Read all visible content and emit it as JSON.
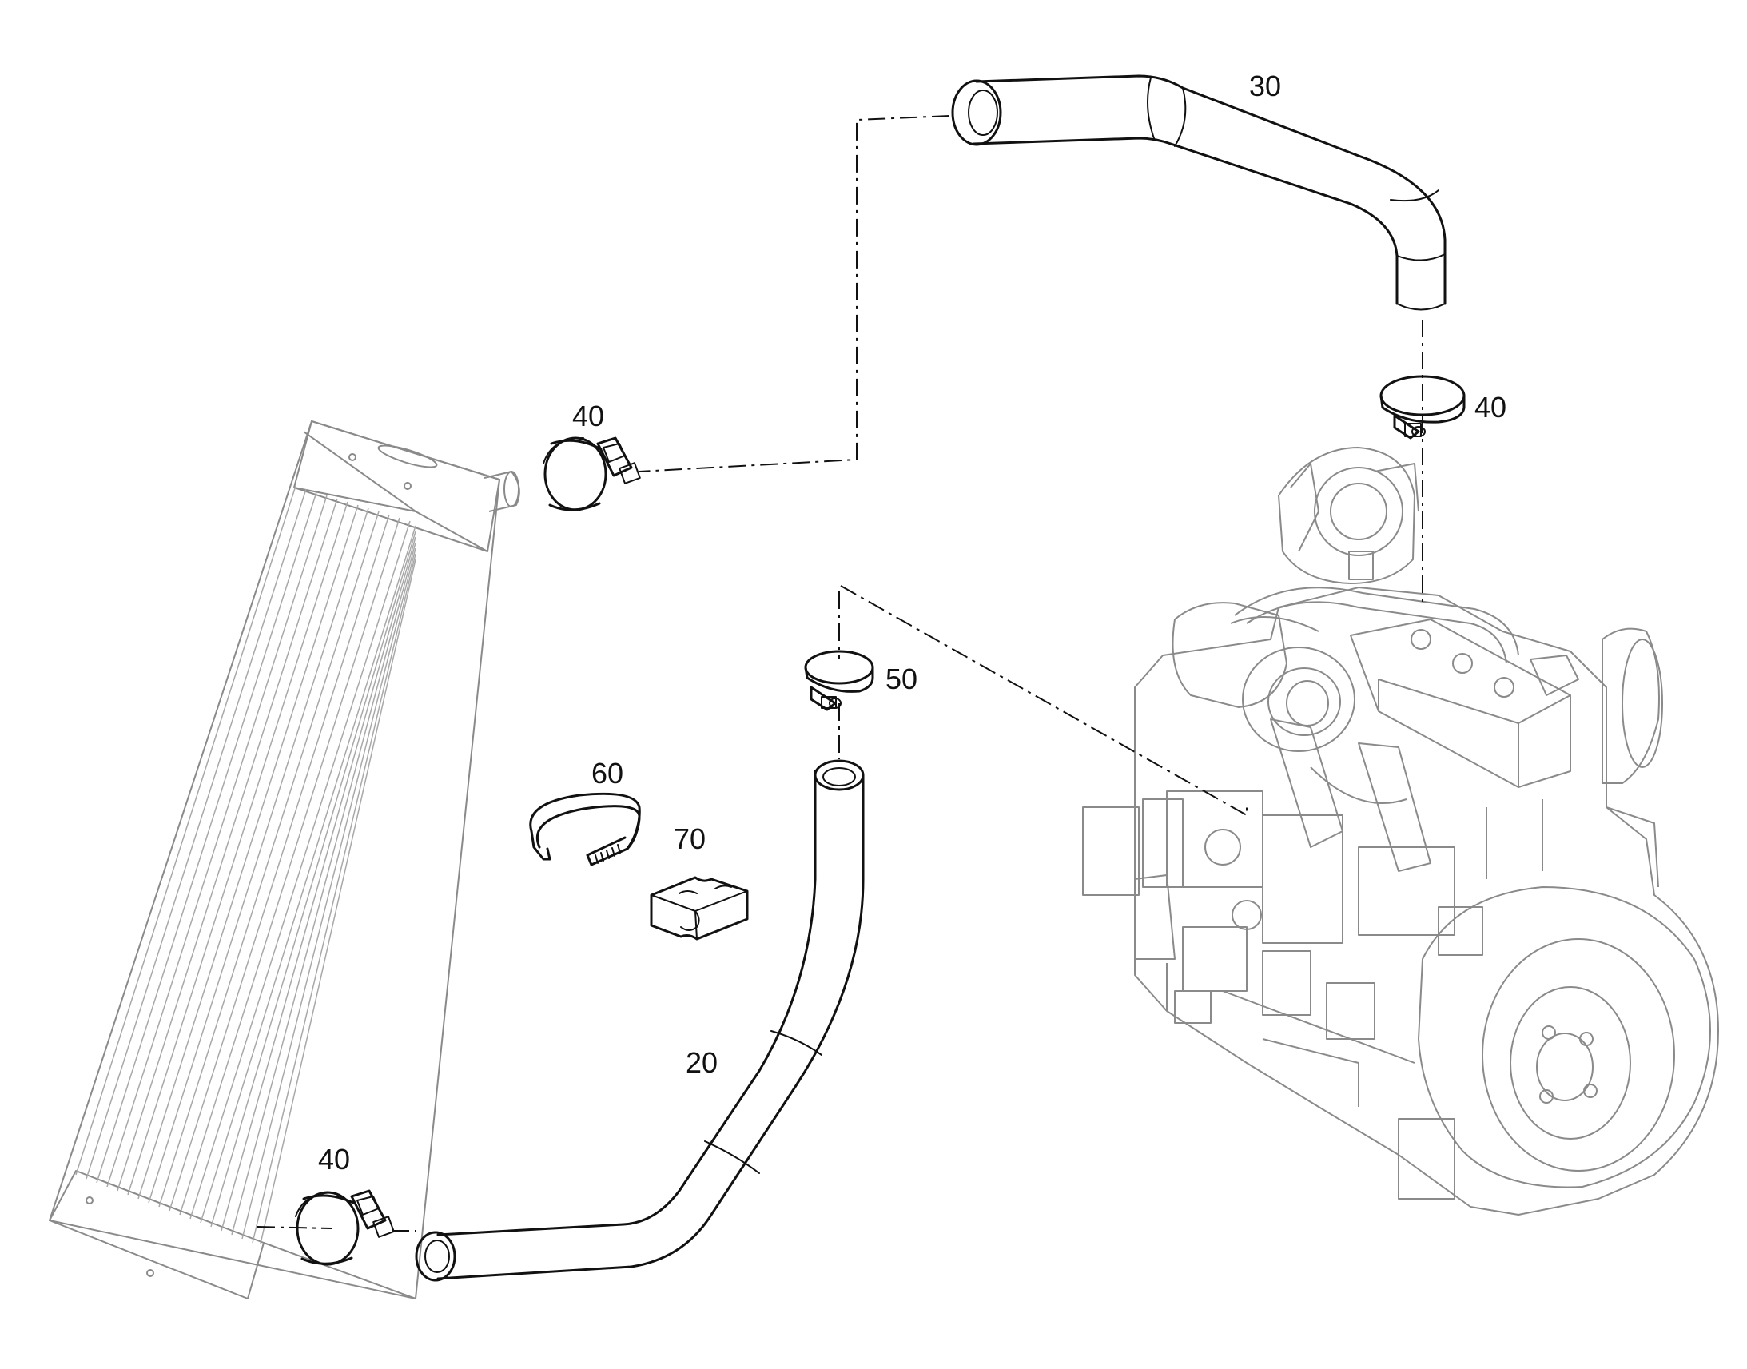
{
  "callouts": {
    "hose_upper": "30",
    "clamp_upper_left": "40",
    "clamp_upper_right": "40",
    "clamp_small": "50",
    "ring_clamp": "60",
    "rubber_block": "70",
    "hose_lower": "20",
    "clamp_lower_left": "40"
  }
}
